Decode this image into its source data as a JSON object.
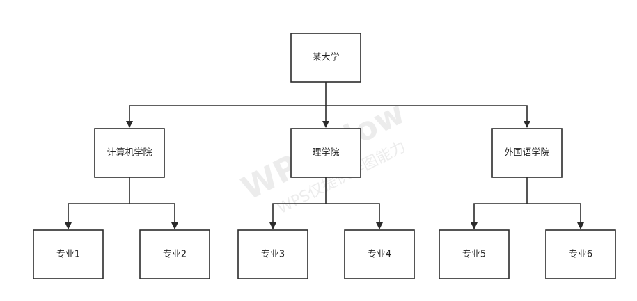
{
  "root": {
    "label": "某大学"
  },
  "colleges": [
    {
      "label": "计算机学院",
      "majors": [
        "专业1",
        "专业2"
      ]
    },
    {
      "label": "理学院",
      "majors": [
        "专业3",
        "专业4"
      ]
    },
    {
      "label": "外国语学院",
      "majors": [
        "专业5",
        "专业6"
      ]
    }
  ],
  "watermark": {
    "title": "WPS Flow",
    "subtitle": "WPS仅提供作图能力"
  },
  "colors": {
    "stroke": "#2b2b2b",
    "fill": "#ffffff",
    "text": "#222222"
  }
}
